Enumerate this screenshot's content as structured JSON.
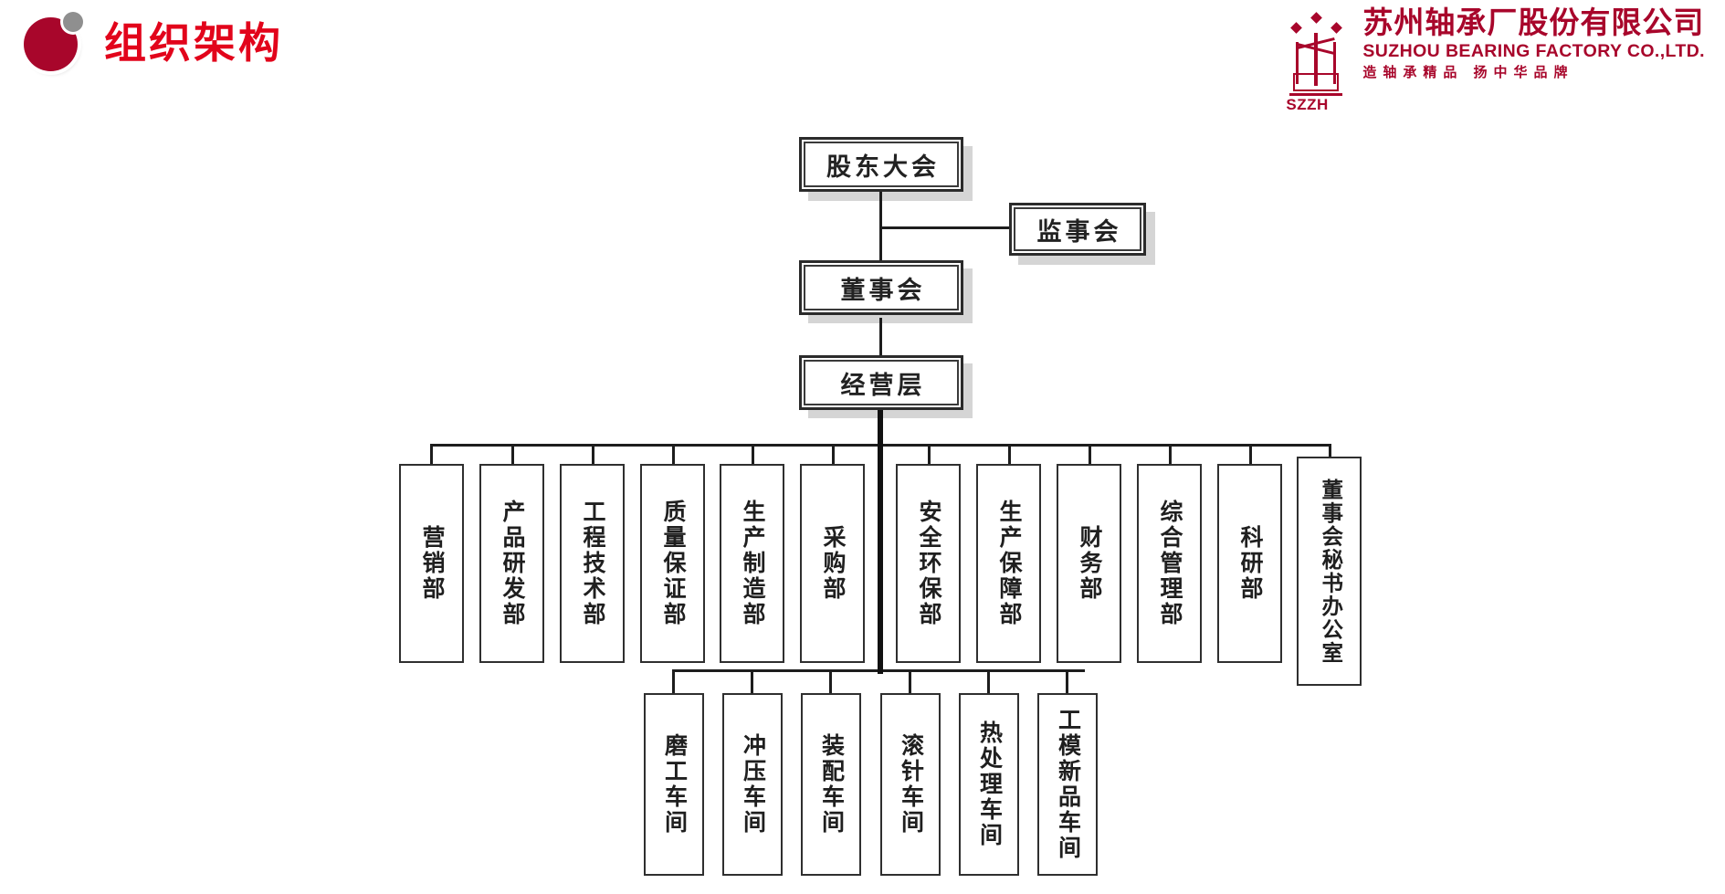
{
  "header": {
    "title": "组织架构",
    "bullet_color": "#A8062B",
    "title_color": "#E2041B"
  },
  "logo": {
    "company_cn": "苏州轴承厂股份有限公司",
    "company_en": "SUZHOU BEARING FACTORY CO.,LTD.",
    "slogan": "造轴承精品  扬中华品牌",
    "mark_abbr": "SZZH",
    "color": "#A8062B"
  },
  "chart_data": {
    "type": "diagram",
    "title": "组织架构",
    "levels": [
      {
        "name": "governance",
        "nodes": [
          {
            "id": "shareholders",
            "label": "股东大会",
            "style": "double"
          },
          {
            "id": "supervisors",
            "label": "监事会",
            "style": "double"
          },
          {
            "id": "board",
            "label": "董事会",
            "style": "double"
          },
          {
            "id": "management",
            "label": "经营层",
            "style": "double"
          }
        ]
      },
      {
        "name": "departments",
        "nodes": [
          {
            "id": "dept-marketing",
            "label": "营销部"
          },
          {
            "id": "dept-rnd",
            "label": "产品研发部"
          },
          {
            "id": "dept-engineering",
            "label": "工程技术部"
          },
          {
            "id": "dept-quality",
            "label": "质量保证部"
          },
          {
            "id": "dept-manufacturing",
            "label": "生产制造部"
          },
          {
            "id": "dept-procurement",
            "label": "采购部"
          },
          {
            "id": "dept-safety",
            "label": "安全环保部"
          },
          {
            "id": "dept-production-support",
            "label": "生产保障部"
          },
          {
            "id": "dept-finance",
            "label": "财务部"
          },
          {
            "id": "dept-general-admin",
            "label": "综合管理部"
          },
          {
            "id": "dept-research",
            "label": "科研部"
          },
          {
            "id": "dept-board-secretary",
            "label": "董事会秘书办公室"
          }
        ]
      },
      {
        "name": "workshops",
        "nodes": [
          {
            "id": "ws-grinding",
            "label": "磨工车间"
          },
          {
            "id": "ws-stamping",
            "label": "冲压车间"
          },
          {
            "id": "ws-assembly",
            "label": "装配车间"
          },
          {
            "id": "ws-needle-roller",
            "label": "滚针车间"
          },
          {
            "id": "ws-heat-treatment",
            "label": "热处理车间"
          },
          {
            "id": "ws-tooling-new-product",
            "label": "工模新品车间"
          }
        ]
      }
    ],
    "edges": [
      {
        "from": "shareholders",
        "to": "board"
      },
      {
        "from": "shareholders",
        "to": "supervisors"
      },
      {
        "from": "board",
        "to": "management"
      },
      {
        "from": "management",
        "to": "departments"
      },
      {
        "from": "management",
        "to": "workshops"
      }
    ]
  }
}
